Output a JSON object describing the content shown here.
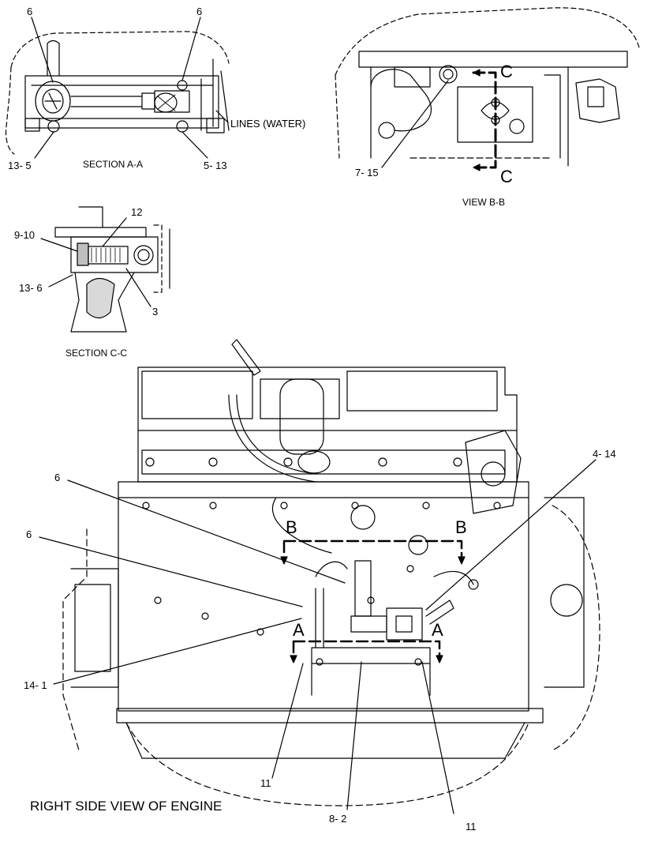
{
  "section_aa": {
    "caption": "SECTION A-A",
    "callout_left_top": "6",
    "callout_right_top": "6",
    "callout_left_bottom": "13- 5",
    "callout_right_bottom": "5- 13",
    "lines_label": "LINES (WATER)"
  },
  "view_bb": {
    "caption": "VIEW B-B",
    "callout": "7- 15",
    "marker_top": "C",
    "marker_bottom": "C"
  },
  "section_cc": {
    "caption": "SECTION C-C",
    "callout_top_left": "9-10",
    "callout_top": "12",
    "callout_mid_left": "13- 6",
    "callout_right": "3"
  },
  "main_view": {
    "caption": "RIGHT SIDE VIEW OF ENGINE",
    "callout_6_upper": "6",
    "callout_6_lower": "6",
    "callout_4_14": "4- 14",
    "callout_14_1": "14- 1",
    "callout_11_left": "11",
    "callout_8_2": "8- 2",
    "callout_11_right": "11",
    "marker_b_left": "B",
    "marker_b_right": "B",
    "marker_a_left": "A",
    "marker_a_right": "A"
  }
}
